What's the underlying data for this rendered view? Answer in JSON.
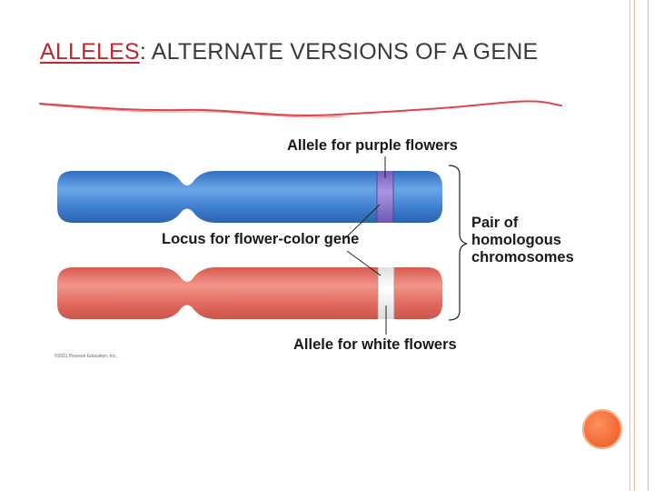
{
  "title": {
    "keyword": "ALLELES",
    "rest": ": ALTERNATE VERSIONS OF A GENE"
  },
  "diagram": {
    "label_purple": "Allele for purple flowers",
    "label_locus": "Locus for flower-color gene",
    "label_pair_line1": "Pair of",
    "label_pair_line2": "homologous",
    "label_pair_line3": "chromosomes",
    "label_white": "Allele for white flowers",
    "credit": "©2011 Pearson Education, Inc."
  },
  "colors": {
    "title_keyword": "#c0282d",
    "blue_chromosome": "#3f7fcf",
    "red_chromosome": "#e26a5e",
    "purple_band": "#8a72cf",
    "white_band": "#f4f4f4",
    "accent_circle": "#f06a34"
  }
}
